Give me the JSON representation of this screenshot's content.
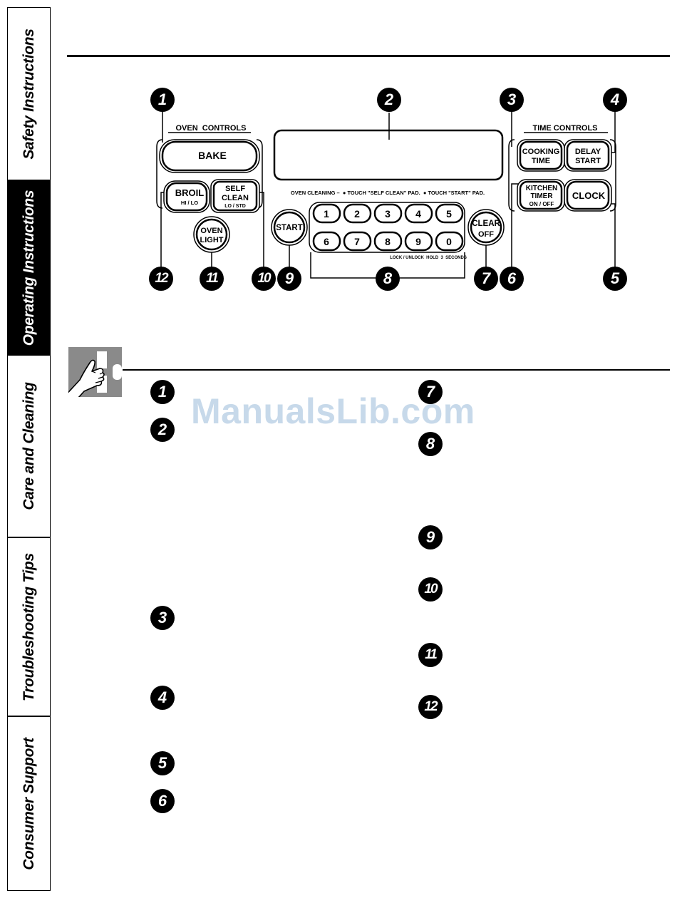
{
  "sidebar": {
    "tabs": [
      {
        "label": "Safety Instructions",
        "active": false
      },
      {
        "label": "Operating Instructions",
        "active": true
      },
      {
        "label": "Care and Cleaning",
        "active": false
      },
      {
        "label": "Troubleshooting Tips",
        "active": false
      },
      {
        "label": "Consumer Support",
        "active": false
      }
    ]
  },
  "panel": {
    "oven_controls_label": "OVEN  CONTROLS",
    "time_controls_label": "TIME CONTROLS",
    "bake": "BAKE",
    "broil": "BROIL",
    "broil_sub": "HI / LO",
    "self_clean_1": "SELF",
    "self_clean_2": "CLEAN",
    "self_clean_sub": "LO / STD",
    "oven_light_1": "OVEN",
    "oven_light_2": "LIGHT",
    "start": "START",
    "clear_1": "CLEAR",
    "clear_2": "OFF",
    "cooking_time_1": "COOKING",
    "cooking_time_2": "TIME",
    "delay_start_1": "DELAY",
    "delay_start_2": "START",
    "kitchen_timer_1": "KITCHEN",
    "kitchen_timer_2": "TIMER",
    "kitchen_timer_3": "ON / OFF",
    "clock": "CLOCK",
    "oven_cleaning_note": "OVEN CLEANING –  ● TOUCH \"SELF CLEAN\" PAD.  ● TOUCH \"START\" PAD.",
    "lock_note": "LOCK / UNLOCK  HOLD  3  SECONDS",
    "keypad_row1": [
      "1",
      "2",
      "3",
      "4",
      "5"
    ],
    "keypad_row2": [
      "6",
      "7",
      "8",
      "9",
      "0"
    ]
  },
  "callouts": [
    "1",
    "2",
    "3",
    "4",
    "5",
    "6",
    "7",
    "8",
    "9",
    "10",
    "11",
    "12"
  ],
  "watermark": "ManualsLib.com"
}
